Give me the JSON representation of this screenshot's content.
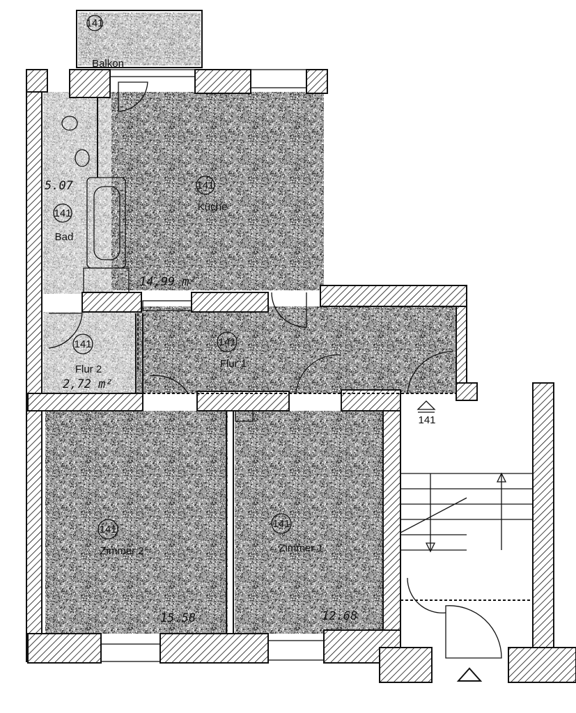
{
  "plan": {
    "unit_number": "141",
    "rooms": [
      {
        "id": "balkon",
        "label": "Balkon",
        "number": "141"
      },
      {
        "id": "kueche",
        "label": "Küche",
        "number": "141",
        "area": "14,99 m²"
      },
      {
        "id": "bad",
        "label": "Bad",
        "number": "141",
        "area": "5.07"
      },
      {
        "id": "flur2",
        "label": "Flur 2",
        "number": "141",
        "area": "2,72 m²"
      },
      {
        "id": "flur1",
        "label": "Flur 1",
        "number": "141"
      },
      {
        "id": "zimmer2",
        "label": "Zimmer 2",
        "number": "141",
        "area": "15.58"
      },
      {
        "id": "zimmer1",
        "label": "Zimmer 1",
        "number": "141",
        "area": "12.68"
      }
    ],
    "entrance_marker": "141"
  }
}
